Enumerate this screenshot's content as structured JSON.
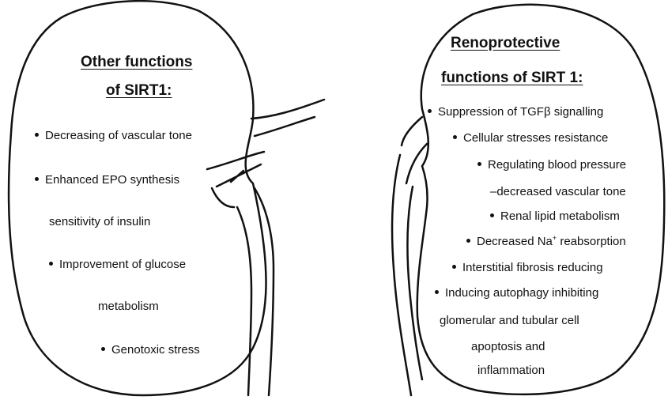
{
  "left_kidney": {
    "heading_line1": "Other functions",
    "heading_line2": "of SIRT1:",
    "items": [
      "Decreasing of vascular tone",
      "Enhanced EPO synthesis",
      "sensitivity of insulin",
      "Improvement of glucose",
      "metabolism",
      "Genotoxic stress"
    ]
  },
  "right_kidney": {
    "heading_line1": "Renoprotective",
    "heading_line2": "functions of SIRT 1:",
    "items": [
      "Suppression of TGFβ signalling",
      "Cellular stresses resistance",
      "Regulating blood pressure",
      "–decreased vascular tone",
      "Renal lipid metabolism",
      "Decreased Na",
      "+",
      "reabsorption",
      "Interstitial fibrosis reducing",
      "Inducing autophagy inhibiting",
      "glomerular and  tubular cell",
      "apoptosis and",
      "inflammation"
    ]
  },
  "colors": {
    "stroke": "#111111",
    "background": "#ffffff"
  }
}
